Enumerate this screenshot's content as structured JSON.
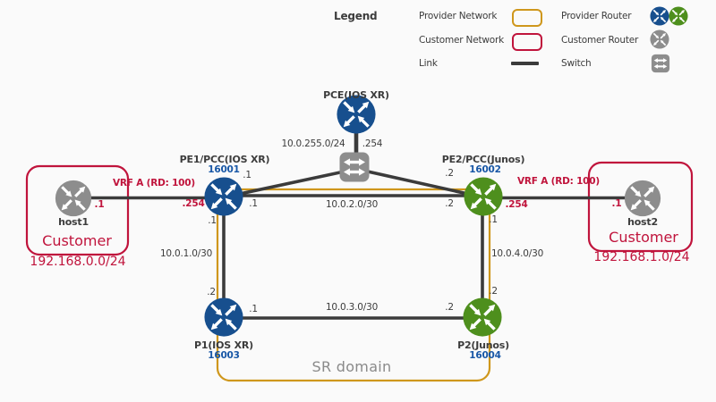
{
  "colors": {
    "bg": "#fafafa",
    "router_blue": "#174f8e",
    "router_green": "#4e8f1d",
    "router_gray": "#8d8d8d",
    "red": "#c0143c",
    "orange": "#cf971c",
    "line": "#3b3b3b",
    "text": "#3c3c3c",
    "sid_blue": "#1857a6",
    "muted": "#8a8a8a"
  },
  "legend": {
    "title": "Legend",
    "provider_network": "Provider Network",
    "customer_network": "Customer Network",
    "link": "Link",
    "provider_router": "Provider Router",
    "customer_router": "Customer Router",
    "switch": "Switch"
  },
  "nodes": {
    "pce": {
      "label": "PCE(IOS XR)"
    },
    "pe1": {
      "label": "PE1/PCC(IOS XR)",
      "sid": "16001"
    },
    "pe2": {
      "label": "PE2/PCC(Junos)",
      "sid": "16002"
    },
    "p1": {
      "label": "P1(IOS XR)",
      "sid": "16003"
    },
    "p2": {
      "label": "P2(Junos)",
      "sid": "16004"
    },
    "host1": {
      "label": "host1"
    },
    "host2": {
      "label": "host2"
    }
  },
  "provider_domain": {
    "label": "SR domain"
  },
  "customer_left": {
    "title": "Customer",
    "subnet": "192.168.0.0/24",
    "vrf_label": "VRF A (RD: 100)"
  },
  "customer_right": {
    "title": "Customer",
    "subnet": "192.168.1.0/24",
    "vrf_label": "VRF A (RD: 100)"
  },
  "links": {
    "pce_switch": {
      "subnet": "10.0.255.0/24",
      "pce_end": ".254"
    },
    "switch_pe1": {
      "pe1_end": ".1"
    },
    "switch_pe2": {
      "pe2_end": ".2"
    },
    "host1_pe1": {
      "host1_end": ".1",
      "pe1_end": ".254"
    },
    "pe2_host2": {
      "pe2_end": ".254",
      "host2_end": ".1"
    },
    "pe1_pe2": {
      "subnet": "10.0.2.0/30",
      "pe1_end": ".1",
      "pe2_end": ".2"
    },
    "pe1_p1": {
      "subnet": "10.0.1.0/30",
      "pe1_end": ".1",
      "p1_end": ".2"
    },
    "pe2_p2": {
      "subnet": "10.0.4.0/30",
      "pe2_end": ".1",
      "p2_end": ".2"
    },
    "p1_p2": {
      "subnet": "10.0.3.0/30",
      "p1_end": ".1",
      "p2_end": ".2"
    }
  }
}
